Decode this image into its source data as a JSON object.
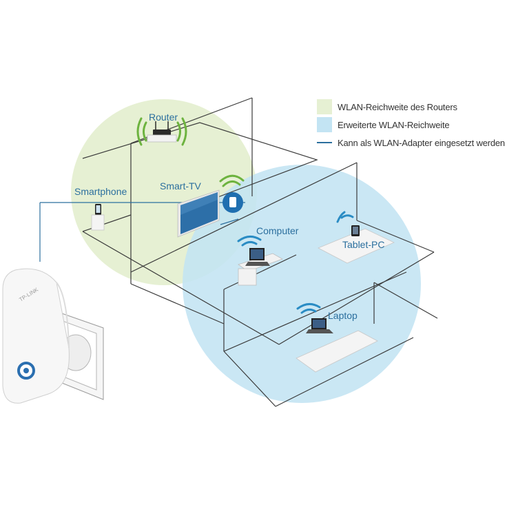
{
  "legend": {
    "router_range": "WLAN-Reichweite des Routers",
    "extended_range": "Erweiterte WLAN-Reichweite",
    "adapter": "Kann als WLAN-Adapter eingesetzt werden"
  },
  "devices": {
    "router": "Router",
    "smartphone": "Smartphone",
    "smart_tv": "Smart-TV",
    "computer": "Computer",
    "tablet": "Tablet-PC",
    "laptop": "Laptop"
  },
  "product": {
    "brand": "TP-LINK"
  },
  "colors": {
    "router_range": "#e6f0d3",
    "extended_range": "#c3e4f3",
    "accent": "#2b6f9e",
    "wifi_green": "#6db33f",
    "wifi_blue": "#2a8cc4",
    "line": "#3a3a3a"
  }
}
